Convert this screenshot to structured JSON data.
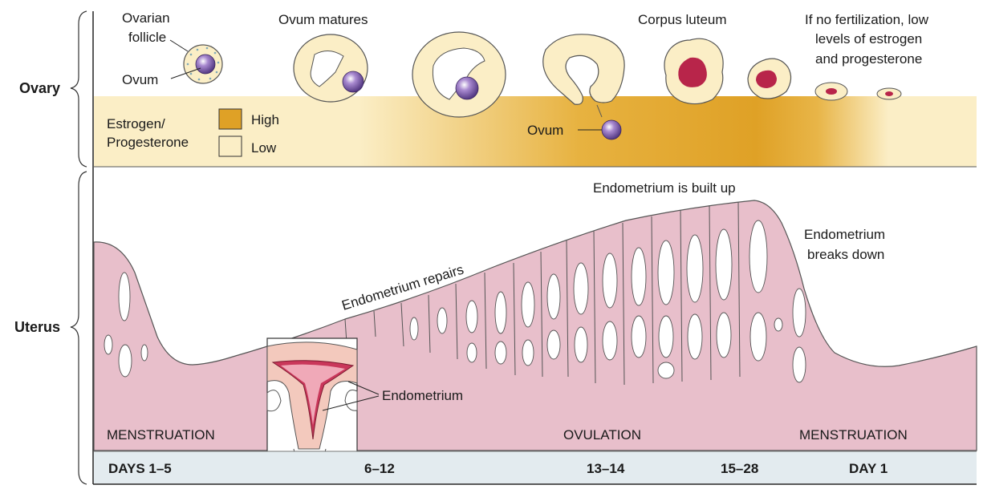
{
  "sections": {
    "ovary": "Ovary",
    "uterus": "Uterus"
  },
  "ovary_labels": {
    "ovarian_follicle_line1": "Ovarian",
    "ovarian_follicle_line2": "follicle",
    "ovum_left": "Ovum",
    "ovum_matures": "Ovum matures",
    "corpus_luteum": "Corpus luteum",
    "no_fert_line1": "If no fertilization, low",
    "no_fert_line2": "levels of estrogen",
    "no_fert_line3": "and progesterone",
    "ovum_released": "Ovum"
  },
  "hormone_legend": {
    "title_line1": "Estrogen/",
    "title_line2": "Progesterone",
    "high": "High",
    "low": "Low",
    "high_color": "#dfa126",
    "low_color": "#fbeec6"
  },
  "uterus_labels": {
    "built_up": "Endometrium is built up",
    "breaks_down_line1": "Endometrium",
    "breaks_down_line2": "breaks down",
    "repairs": "Endometrium repairs",
    "endometrium": "Endometrium",
    "menstruation_left": "MENSTRUATION",
    "ovulation": "OVULATION",
    "menstruation_right": "MENSTRUATION"
  },
  "days": [
    "DAYS 1–5",
    "6–12",
    "13–14",
    "15–28",
    "DAY 1"
  ],
  "colors": {
    "endometrium": "#e8bfcb",
    "day_bar": "#e3ebef",
    "follicle": "#fbeec6",
    "corpus": "#b8254a",
    "ovum": "#6a4a9a"
  }
}
